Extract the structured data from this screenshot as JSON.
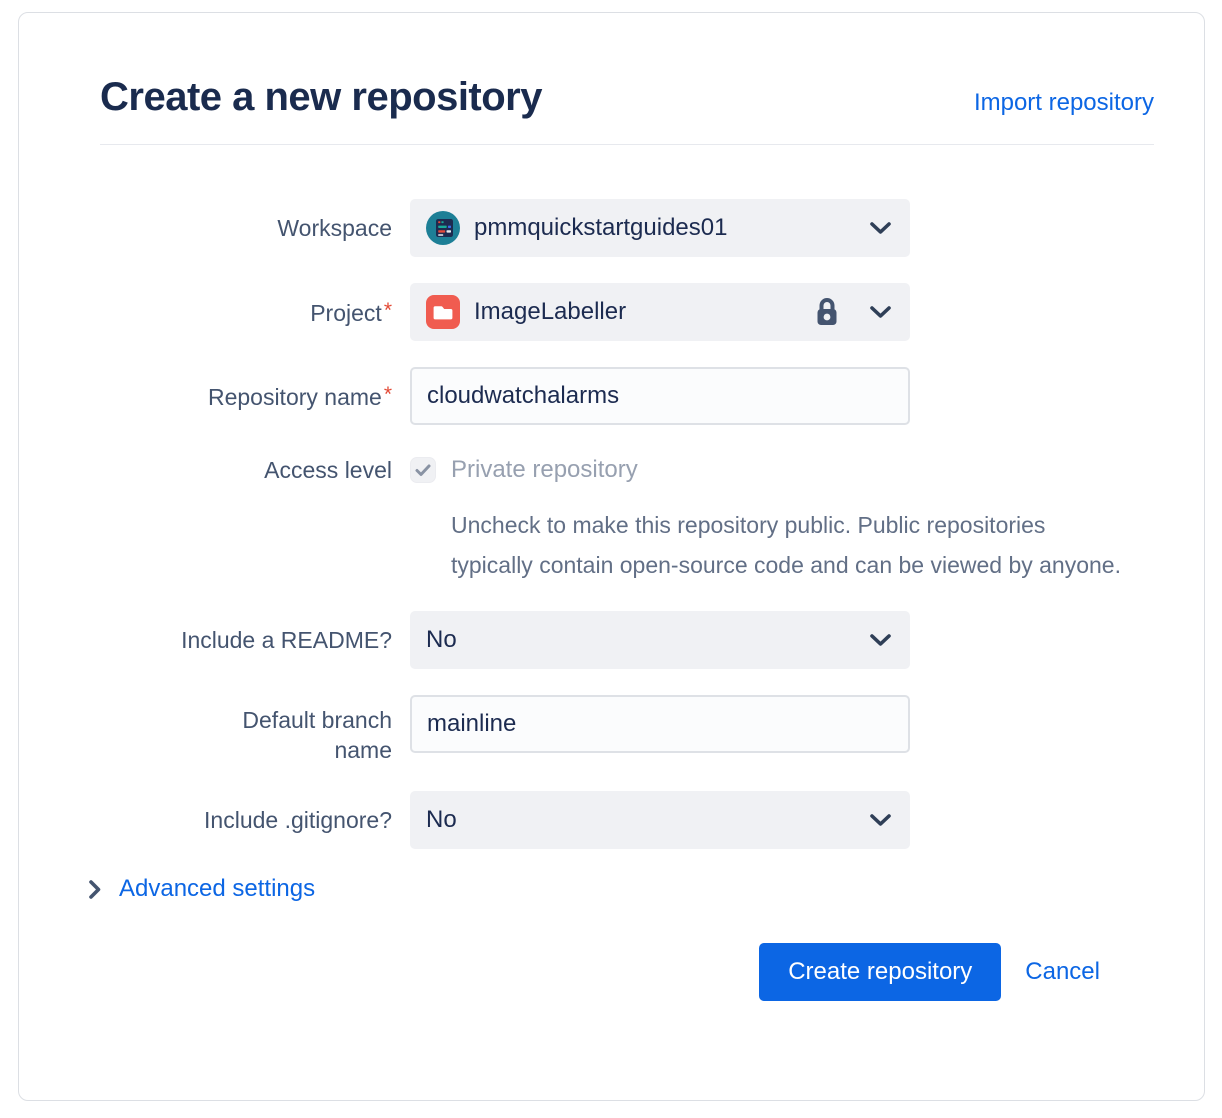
{
  "dialog": {
    "title": "Create a new repository",
    "import_link": "Import repository"
  },
  "form": {
    "required_marker": "*",
    "workspace": {
      "label": "Workspace",
      "value": "pmmquickstartguides01"
    },
    "project": {
      "label": "Project",
      "required": true,
      "value": "ImageLabeller",
      "locked": true
    },
    "repository_name": {
      "label": "Repository name",
      "required": true,
      "value": "cloudwatchalarms"
    },
    "access_level": {
      "label": "Access level",
      "checkbox_label": "Private repository",
      "checked": true,
      "disabled": true,
      "help_text": "Uncheck to make this repository public. Public repositories typically contain open-source code and can be viewed by anyone."
    },
    "include_readme": {
      "label": "Include a README?",
      "value": "No"
    },
    "default_branch": {
      "label": "Default branch name",
      "value": "mainline"
    },
    "include_gitignore": {
      "label": "Include .gitignore?",
      "value": "No"
    },
    "advanced_settings_label": "Advanced settings"
  },
  "actions": {
    "create_label": "Create repository",
    "cancel_label": "Cancel"
  },
  "colors": {
    "primary_blue": "#0C66E4",
    "title_navy": "#1A2B4E",
    "label_slate": "#44546F",
    "required_red": "#E34935",
    "select_background": "#F0F1F4",
    "workspace_avatar_teal": "#1D7F96",
    "project_icon_red": "#F05C50",
    "helper_text_gray": "#626F86"
  }
}
